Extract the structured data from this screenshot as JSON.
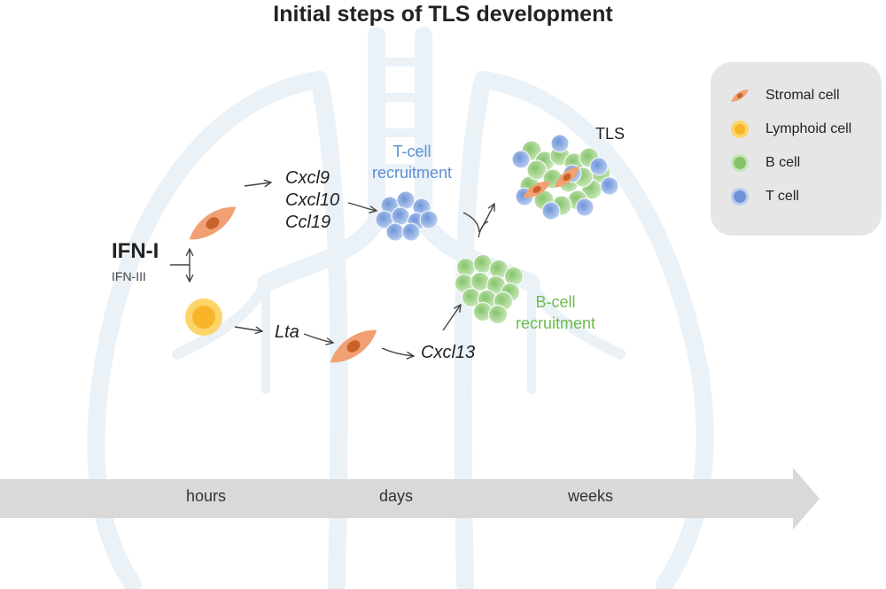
{
  "title": "Initial steps of TLS development",
  "trigger": {
    "primary": "IFN-I",
    "secondary": "IFN-III"
  },
  "genes": {
    "stromal_upper": [
      "Cxcl9",
      "Cxcl10",
      "Ccl19"
    ],
    "lymphoid": "Lta",
    "stromal_lower": "Cxcl13"
  },
  "labels": {
    "tcell_recruitment": [
      "T-cell",
      "recruitment"
    ],
    "bcell_recruitment": [
      "B-cell",
      "recruitment"
    ],
    "tls": "TLS"
  },
  "legend": [
    {
      "label": "Stromal cell",
      "icon": "stromal-cell-icon"
    },
    {
      "label": "Lymphoid cell",
      "icon": "lymphoid-cell-icon"
    },
    {
      "label": "B cell",
      "icon": "b-cell-icon"
    },
    {
      "label": "T cell",
      "icon": "t-cell-icon"
    }
  ],
  "timeline": [
    "hours",
    "days",
    "weeks"
  ],
  "colors": {
    "stromal_fill": "#f0a072",
    "stromal_nucleus": "#c8622a",
    "lymphoid_outer": "#fdd46a",
    "lymphoid_inner": "#f8b52a",
    "b_cell": "#9fd088",
    "t_cell": "#8fb0e6",
    "tcell_text": "#5b8fd6",
    "bcell_text": "#6cbb4f",
    "timeline_arrow": "#d9d9d9",
    "lung_outline": "#eaf1f7"
  }
}
